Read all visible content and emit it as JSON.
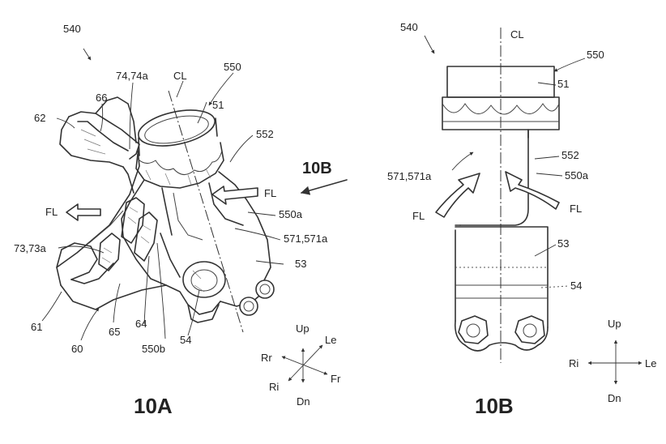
{
  "figures": {
    "a": {
      "title": "10A",
      "view_ref": "10B",
      "labels": {
        "l540": "540",
        "l550": "550",
        "l51": "51",
        "l552": "552",
        "l74": "74,74a",
        "l66": "66",
        "l62": "62",
        "lcl": "CL",
        "lfl_arrow": "FL",
        "lfl_left": "FL",
        "l550a": "550a",
        "l571": "571,571a",
        "l53": "53",
        "l73": "73,73a",
        "l61": "61",
        "l60": "60",
        "l65": "65",
        "l64": "64",
        "l550b": "550b",
        "l54": "54"
      },
      "axes": {
        "up": "Up",
        "le": "Le",
        "rr": "Rr",
        "fr": "Fr",
        "ri": "Ri",
        "dn": "Dn"
      }
    },
    "b": {
      "title": "10B",
      "labels": {
        "l540": "540",
        "lcl": "CL",
        "l550": "550",
        "l51": "51",
        "l552": "552",
        "l571": "571,571a",
        "l550a": "550a",
        "lfl_left": "FL",
        "lfl_right": "FL",
        "l53": "53",
        "l54": "54"
      },
      "axes": {
        "up": "Up",
        "ri": "Ri",
        "le": "Le",
        "dn": "Dn"
      }
    }
  }
}
